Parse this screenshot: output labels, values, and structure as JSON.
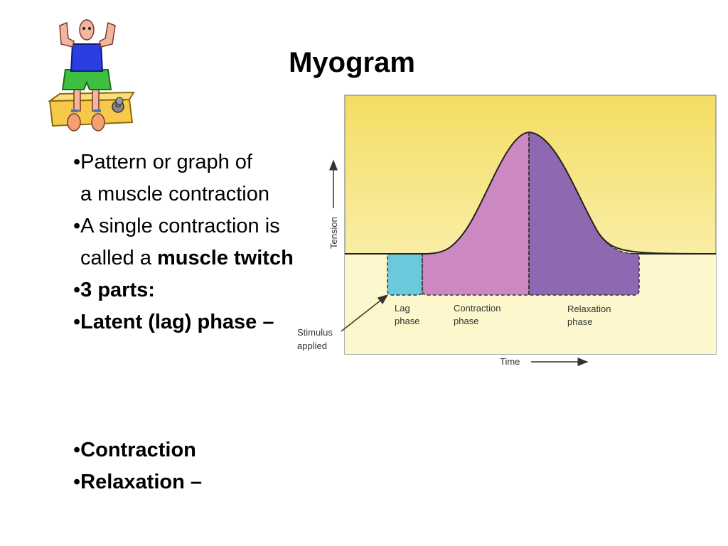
{
  "slide": {
    "title": "Myogram"
  },
  "bullets": {
    "line1": "•Pattern or graph of",
    "line2": "a muscle contraction",
    "line3": "•A single contraction is",
    "line4_plain": "called a ",
    "line4_bold": "muscle twitch",
    "line5_bullet": "•",
    "line5_bold": "3 parts:",
    "line6_bullet": "•",
    "line6_bold": "Latent (lag) phase –",
    "line7_bullet": "•",
    "line7_bold": "Contraction",
    "line8_bullet": "•",
    "line8_bold": "Relaxation –"
  },
  "diagram": {
    "y_axis_label": "Tension",
    "x_axis_label": "Time",
    "stimulus_label_1": "Stimulus",
    "stimulus_label_2": "applied",
    "phases": [
      {
        "line1": "Lag",
        "line2": "phase"
      },
      {
        "line1": "Contraction",
        "line2": "phase"
      },
      {
        "line1": "Relaxation",
        "line2": "phase"
      }
    ],
    "colors": {
      "lag": "#6cc9dc",
      "contraction": "#cc88c0",
      "relaxation": "#8e68b0",
      "background_top": "#f4dd63",
      "background_bottom": "#fdf8d0"
    }
  },
  "clipart": {
    "icon": "muscle-man-icon"
  }
}
